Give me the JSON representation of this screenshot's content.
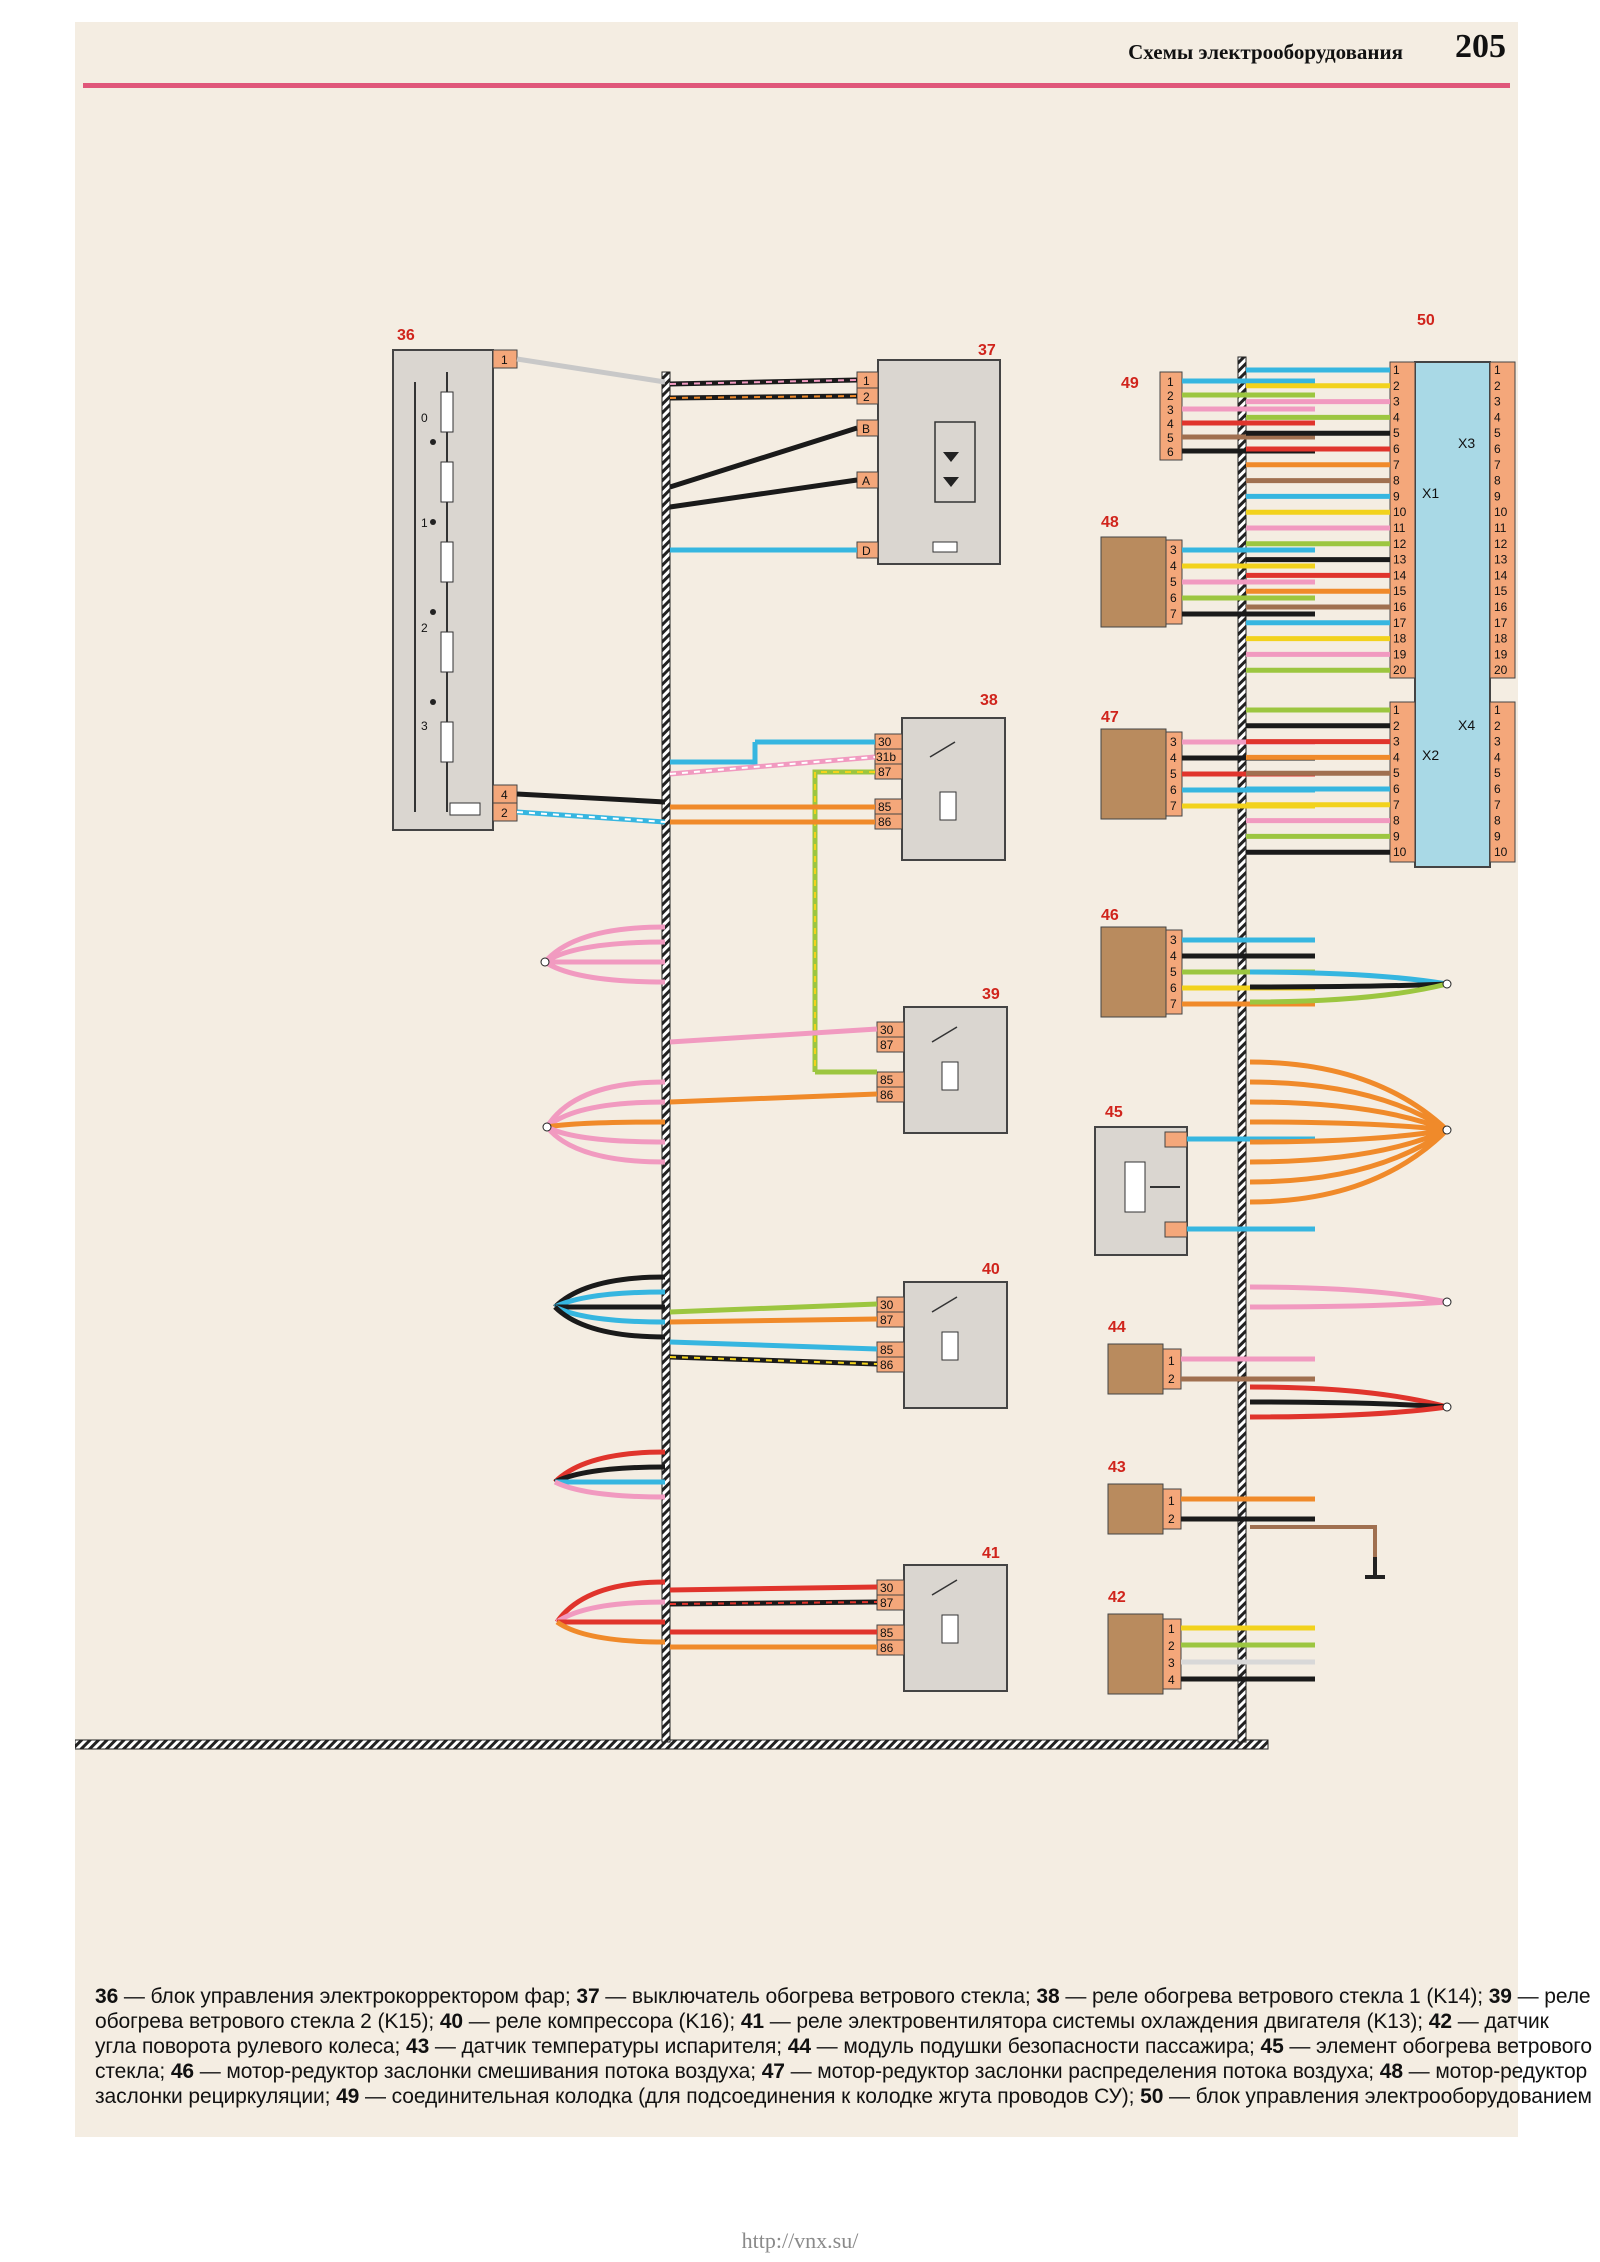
{
  "header": {
    "section_title": "Схемы электрооборудования",
    "page_number": "205"
  },
  "components": {
    "c36": "36",
    "c37": "37",
    "c38": "38",
    "c39": "39",
    "c40": "40",
    "c41": "41",
    "c42": "42",
    "c43": "43",
    "c44": "44",
    "c45": "45",
    "c46": "46",
    "c47": "47",
    "c48": "48",
    "c49": "49",
    "c50": "50"
  },
  "connectors": {
    "x1": "X1",
    "x2": "X2",
    "x3": "X3",
    "x4": "X4"
  },
  "relay_pins": {
    "p30": "30",
    "p87": "87",
    "p85": "85",
    "p86": "86",
    "p31b": "31b"
  },
  "switch_pins": {
    "b": "B",
    "a": "A",
    "d": "D"
  },
  "switch_positions": [
    "0",
    "1",
    "2",
    "3"
  ],
  "legend": [
    {
      "num": "36",
      "text": "блок управления электрокорректором фар;"
    },
    {
      "num": "37",
      "text": "выключатель обогрева ветрового стекла;"
    },
    {
      "num": "38",
      "text": "реле обогрева ветрового стекла 1 (K14);"
    },
    {
      "num": "39",
      "text": "реле обогрева ветрового стекла 2 (K15);"
    },
    {
      "num": "40",
      "text": "реле компрессора (K16);"
    },
    {
      "num": "41",
      "text": "реле электровентилятора системы охлаждения двигателя (K13);"
    },
    {
      "num": "42",
      "text": "датчик угла поворота рулевого колеса;"
    },
    {
      "num": "43",
      "text": "датчик температуры испарителя;"
    },
    {
      "num": "44",
      "text": "модуль подушки безопасности пассажира;"
    },
    {
      "num": "45",
      "text": "элемент обогрева ветрового стекла;"
    },
    {
      "num": "46",
      "text": "мотор-редуктор заслонки смешивания потока воздуха;"
    },
    {
      "num": "47",
      "text": "мотор-редуктор заслонки распределения потока воздуха;"
    },
    {
      "num": "48",
      "text": "мотор-редуктор заслонки рециркуляции;"
    },
    {
      "num": "49",
      "text": "соединительная колодка (для подсоединения к колодке жгута проводов СУ);"
    },
    {
      "num": "50",
      "text": "блок управления электрооборудованием"
    }
  ],
  "footer": {
    "url": "http://vnx.su/"
  },
  "colors": {
    "page_bg": "#f4ede2",
    "header_rule": "#e0577a",
    "label_red": "#d0241c",
    "wire_blue": "#36b6e0",
    "wire_pink": "#f19ac0",
    "wire_orange": "#f08a2a",
    "wire_green": "#9cc640",
    "wire_yellow": "#f2d21c",
    "wire_red": "#e0342c",
    "wire_black": "#1a1a1a",
    "wire_brown": "#a07050",
    "connector_brown": "#b98b5e",
    "block_blue": "#a9d9e6",
    "pin_orange": "#f4a77a"
  }
}
